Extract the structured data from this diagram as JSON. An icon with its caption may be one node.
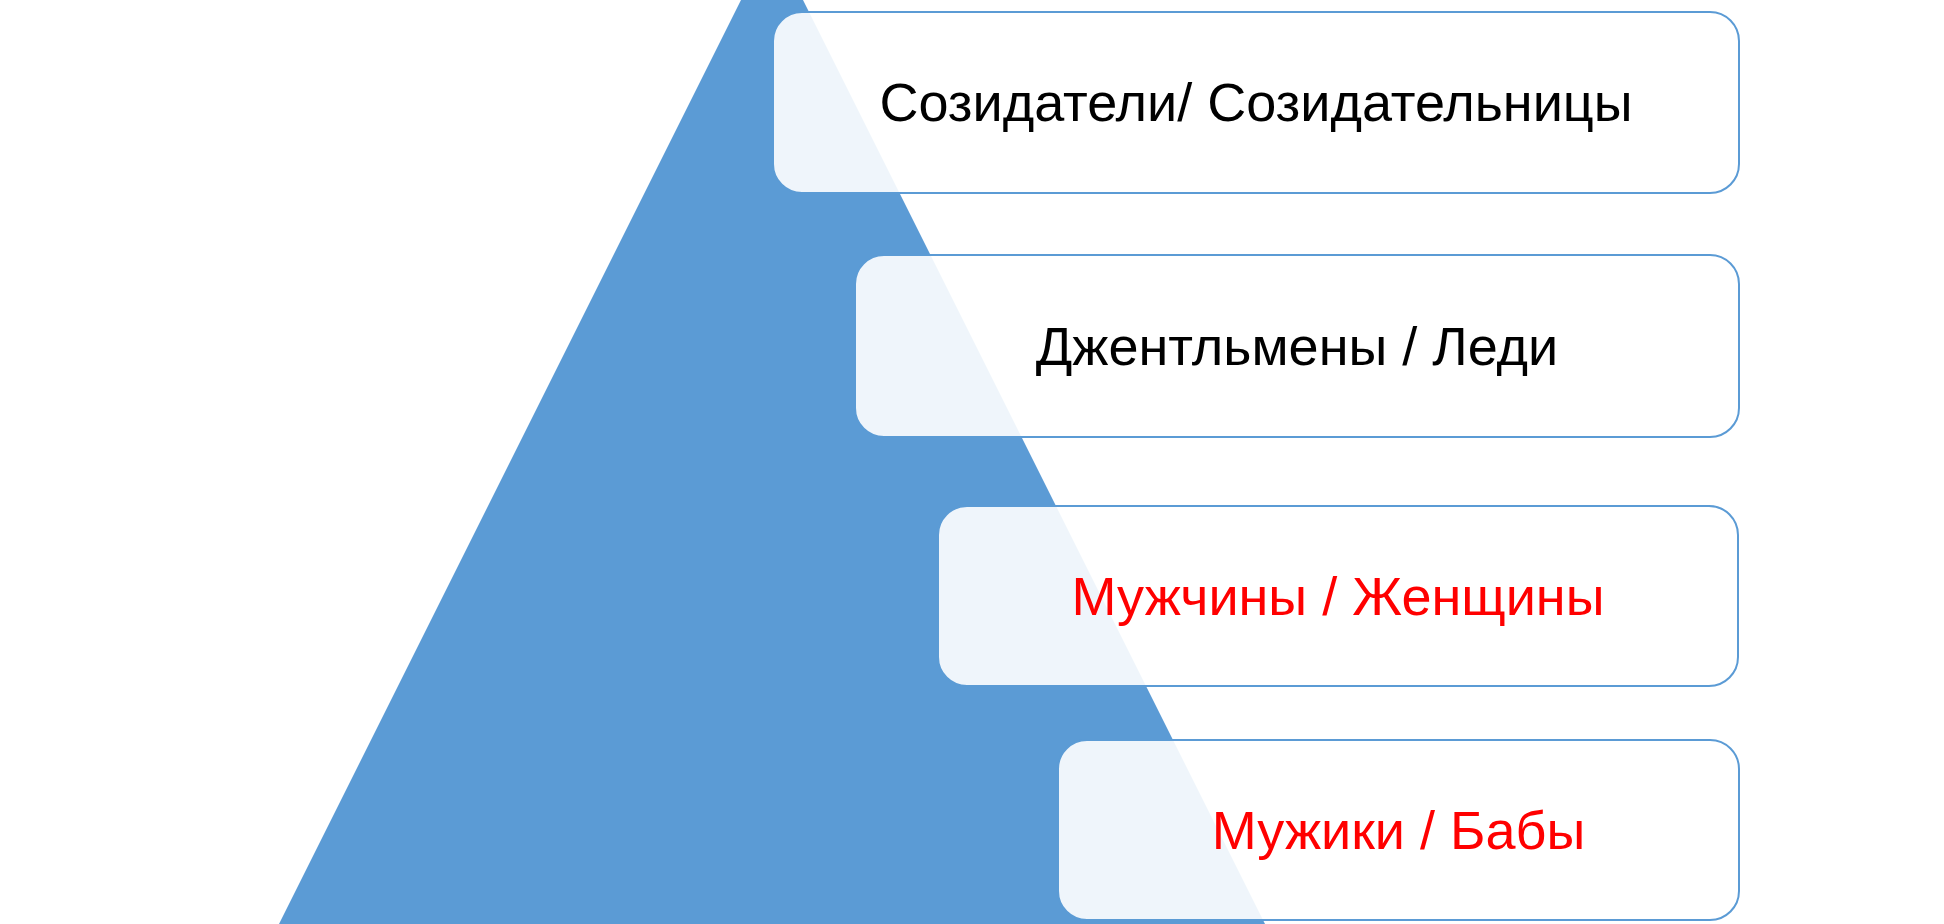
{
  "diagram": {
    "nodes": [
      {
        "text": [
          "Созидатели/ Созидательницы"
        ]
      },
      {
        "text": [
          "Джентльмены / Леди"
        ]
      },
      {
        "text": [
          "Мужчины / Женщины"
        ]
      },
      {
        "text": [
          "Мужики / Бабы"
        ]
      }
    ],
    "edges": []
  }
}
